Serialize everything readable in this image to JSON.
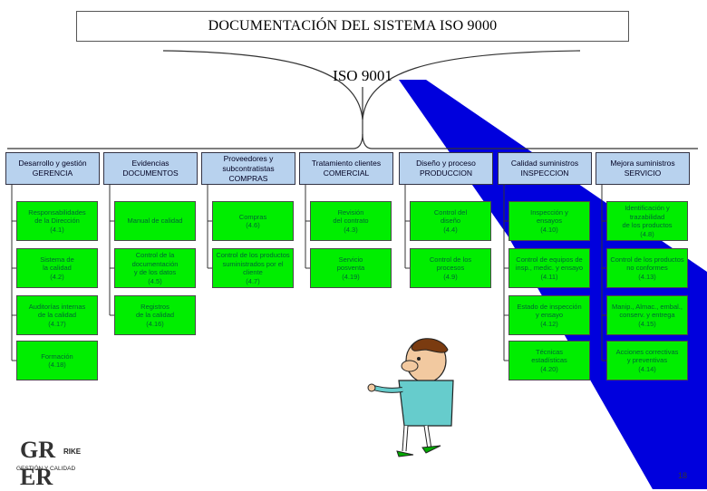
{
  "title": "DOCUMENTACIÓN DEL SISTEMA  ISO 9000",
  "subtitle": "ISO 9001",
  "columns": [
    {
      "line1": "Desarrollo y gestión",
      "line2": "GERENCIA",
      "items": [
        {
          "text": "Responsabilidades\nde la Dirección",
          "code": "(4.1)"
        },
        {
          "text": "Sistema de\nla calidad",
          "code": "(4.2)"
        },
        {
          "text": "Auditorías internas\nde la calidad",
          "code": "(4.17)"
        },
        {
          "text": "Formación",
          "code": "(4.18)"
        }
      ]
    },
    {
      "line1": "Evidencias",
      "line2": "DOCUMENTOS",
      "items": [
        {
          "text": "Manual de calidad",
          "code": ""
        },
        {
          "text": "Control de la documentación\ny de los datos",
          "code": "(4.5)"
        },
        {
          "text": "Registros\nde la calidad",
          "code": "(4.16)"
        }
      ]
    },
    {
      "line1": "Proveedores y subcontratistas",
      "line2": "COMPRAS",
      "items": [
        {
          "text": "Compras",
          "code": "(4.6)"
        },
        {
          "text": "Control de los productos\nsuministrados por el cliente",
          "code": "(4.7)"
        }
      ]
    },
    {
      "line1": "Tratamiento clientes",
      "line2": "COMERCIAL",
      "items": [
        {
          "text": "Revisión\ndel contrato",
          "code": "(4.3)"
        },
        {
          "text": "Servicio\nposventa",
          "code": "(4.19)"
        }
      ]
    },
    {
      "line1": "Diseño y proceso",
      "line2": "PRODUCCION",
      "items": [
        {
          "text": "Control del\ndiseño",
          "code": "(4.4)"
        },
        {
          "text": "Control de los\nprocesos",
          "code": "(4.9)"
        }
      ]
    },
    {
      "line1": "Calidad suministros",
      "line2": "INSPECCION",
      "items": [
        {
          "text": "Inspección y\nensayos",
          "code": "(4.10)"
        },
        {
          "text": "Control de equipos de\ninsp., medic. y ensayo",
          "code": "(4.11)"
        },
        {
          "text": "Estado de inspección\ny ensayo",
          "code": "(4.12)"
        },
        {
          "text": "Técnicas\nestadísticas",
          "code": "(4.20)"
        }
      ]
    },
    {
      "line1": "Mejora suministros",
      "line2": "SERVICIO",
      "items": [
        {
          "text": "Identificación y trazabilidad\nde los productos",
          "code": "(4.8)"
        },
        {
          "text": "Control de los productos\nno conformes",
          "code": "(4.13)"
        },
        {
          "text": "Manip., Almac., embal.,\nconserv. y entrega",
          "code": "(4.15)"
        },
        {
          "text": "Acciones correctivas\ny preventivas",
          "code": "(4.14)"
        }
      ]
    }
  ],
  "logo": {
    "main": "GR ER",
    "inner": "RIKE",
    "tagline": "GESTIÓN Y CALIDAD"
  },
  "page_number": "18",
  "colors": {
    "header_fill": "#b8d2ee",
    "cell_fill": "#00ee00",
    "diagonal": "#0000dd"
  }
}
